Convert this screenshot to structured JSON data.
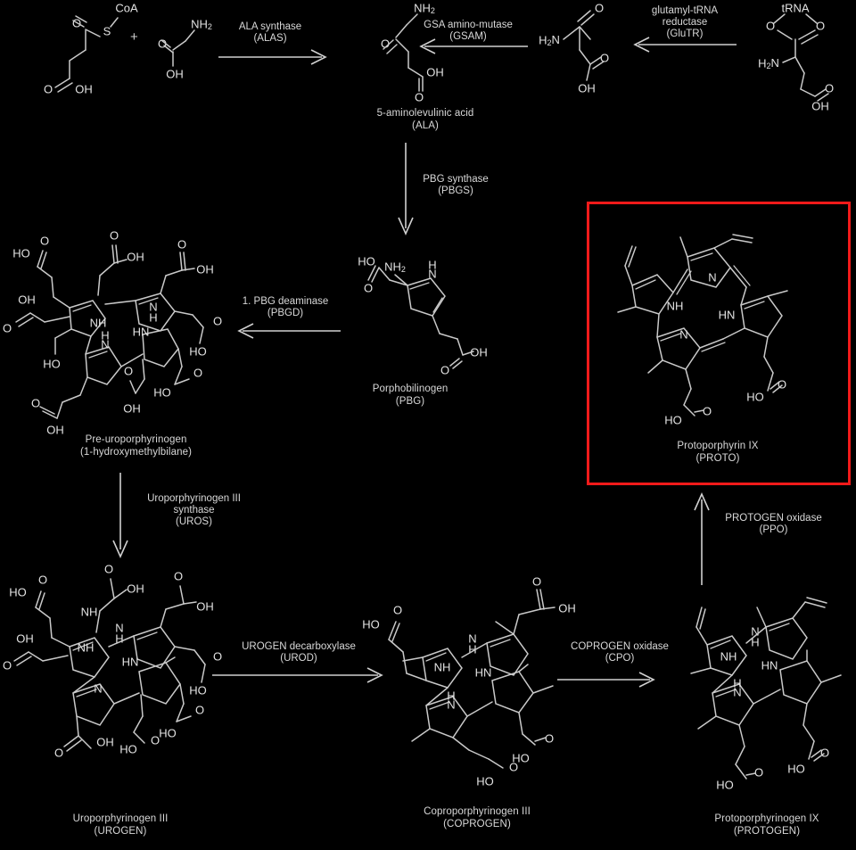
{
  "diagram": {
    "title": "Heme biosynthesis pathway",
    "background_color": "#000000",
    "highlight_box_color": "#f21a1a",
    "text_color": "#d8d8d8"
  },
  "compounds": [
    {
      "id": "succinyl_coa",
      "name": "",
      "sub": "",
      "atoms": [
        "CoA",
        "S",
        "O",
        "O",
        "OH"
      ]
    },
    {
      "id": "glycine",
      "name": "",
      "sub": "",
      "atoms": [
        "NH",
        "2",
        "O",
        "OH"
      ]
    },
    {
      "id": "ala",
      "name": "5-aminolevulinic acid",
      "sub": "(ALA)",
      "atoms": [
        "NH",
        "2",
        "O",
        "OH",
        "O"
      ]
    },
    {
      "id": "gsa",
      "name": "",
      "sub": "",
      "atoms": [
        "O",
        "H",
        "2",
        "N",
        "O",
        "OH"
      ]
    },
    {
      "id": "glu_trna",
      "name": "",
      "sub": "",
      "atoms": [
        "tRNA",
        "O",
        "O",
        "H",
        "2",
        "N",
        "O",
        "OH"
      ]
    },
    {
      "id": "pbg",
      "name": "Porphobilinogen",
      "sub": "(PBG)",
      "atoms": [
        "NH",
        "2",
        "N",
        "H",
        "HO",
        "O",
        "O",
        "OH"
      ]
    },
    {
      "id": "hmb",
      "name": "Pre-uroporphyrinogen",
      "sub": "(1-hydroxymethylbilane)",
      "atoms": [
        "HO",
        "O",
        "OH",
        "O",
        "OH",
        "NH",
        "HN",
        "N",
        "H",
        "HO"
      ]
    },
    {
      "id": "urogen",
      "name": "Uroporphyrinogen III",
      "sub": "(UROGEN)",
      "atoms": [
        "HO",
        "O",
        "OH",
        "NH",
        "HN",
        "N",
        "H"
      ]
    },
    {
      "id": "coprogen",
      "name": "Coproporphyrinogen III",
      "sub": "(COPROGEN)",
      "atoms": [
        "HO",
        "O",
        "OH",
        "NH",
        "HN",
        "N",
        "H"
      ]
    },
    {
      "id": "protogen",
      "name": "Protoporphyrinogen IX",
      "sub": "(PROTOGEN)",
      "atoms": [
        "HO",
        "O",
        "NH",
        "HN",
        "N",
        "H"
      ]
    },
    {
      "id": "proto",
      "name": "Protoporphyrin IX",
      "sub": "(PROTO)",
      "atoms": [
        "N",
        "NH",
        "HN",
        "N",
        "HO",
        "O"
      ],
      "highlighted": true
    }
  ],
  "enzymes": [
    {
      "id": "alas",
      "line1": "ALA synthase",
      "line2": "(ALAS)",
      "direction": "right"
    },
    {
      "id": "gsam",
      "line1": "GSA amino-mutase",
      "line2": "(GSAM)",
      "direction": "left"
    },
    {
      "id": "glutr",
      "line1": "glutamyl-tRNA",
      "line2": "reductase",
      "line3": "(GluTR)",
      "direction": "left"
    },
    {
      "id": "pbgs",
      "line1": "PBG synthase",
      "line2": "(PBGS)",
      "direction": "down"
    },
    {
      "id": "pbgd",
      "line1": "1. PBG deaminase",
      "line2": "(PBGD)",
      "direction": "left"
    },
    {
      "id": "uros",
      "line1": "Uroporphyrinogen III",
      "line2": "synthase",
      "line3": "(UROS)",
      "direction": "down"
    },
    {
      "id": "urod",
      "line1": "UROGEN decarboxylase",
      "line2": "(UROD)",
      "direction": "right"
    },
    {
      "id": "cpo",
      "line1": "COPROGEN oxidase",
      "line2": "(CPO)",
      "direction": "right"
    },
    {
      "id": "ppo",
      "line1": "PROTOGEN oxidase",
      "line2": "(PPO)",
      "direction": "up"
    }
  ],
  "symbols": {
    "plus": "+"
  },
  "labels": {
    "ala_name": "5-aminolevulinic acid",
    "ala_abbr": "(ALA)",
    "pbg_name": "Porphobilinogen",
    "pbg_abbr": "(PBG)",
    "hmb_name": "Pre-uroporphyrinogen",
    "hmb_abbr": "(1-hydroxymethylbilane)",
    "urogen_name": "Uroporphyrinogen III",
    "urogen_abbr": "(UROGEN)",
    "coprogen_name": "Coproporphyrinogen III",
    "coprogen_abbr": "(COPROGEN)",
    "protogen_name": "Protoporphyrinogen IX",
    "protogen_abbr": "(PROTOGEN)",
    "proto_name": "Protoporphyrin IX",
    "proto_abbr": "(PROTO)"
  },
  "atom_text": {
    "coa": "CoA",
    "s": "S",
    "o": "O",
    "oh": "OH",
    "ho": "HO",
    "n": "N",
    "nh": "NH",
    "hn": "HN",
    "h": "H",
    "nh2": "NH",
    "two": "2",
    "h2n": "H",
    "trna": "tRNA"
  }
}
